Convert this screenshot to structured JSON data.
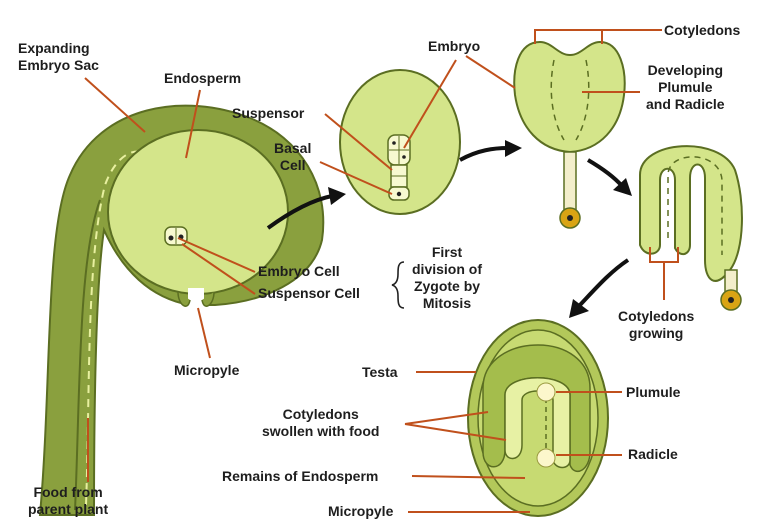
{
  "labels": {
    "expanding_embryo_sac": "Expanding\nEmbryo Sac",
    "endosperm": "Endosperm",
    "micropyle_ovule": "Micropyle",
    "food_from_parent": "Food from\nparent plant",
    "embryo_cell": "Embryo Cell",
    "suspensor_cell": "Suspensor Cell",
    "first_division": "First\ndivision of\nZygote by\nMitosis",
    "suspensor": "Suspensor",
    "basal_cell": "Basal\nCell",
    "embryo": "Embryo",
    "cotyledons_top": "Cotyledons",
    "developing_plumule_radicle": "Developing\nPlumule\nand Radicle",
    "cotyledons_growing": "Cotyledons\ngrowing",
    "testa": "Testa",
    "cotyledons_swollen": "Cotyledons\nswollen with food",
    "remains_of_endosperm": "Remains of Endosperm",
    "micropyle_seed": "Micropyle",
    "plumule": "Plumule",
    "radicle": "Radicle"
  },
  "colors": {
    "tissue_dark": "#8aa03e",
    "tissue_light": "#d4e58a",
    "outline": "#5b6e22",
    "leader_line": "#c0501c",
    "arrow": "#111111",
    "seed_coat": "#b3c85a"
  }
}
